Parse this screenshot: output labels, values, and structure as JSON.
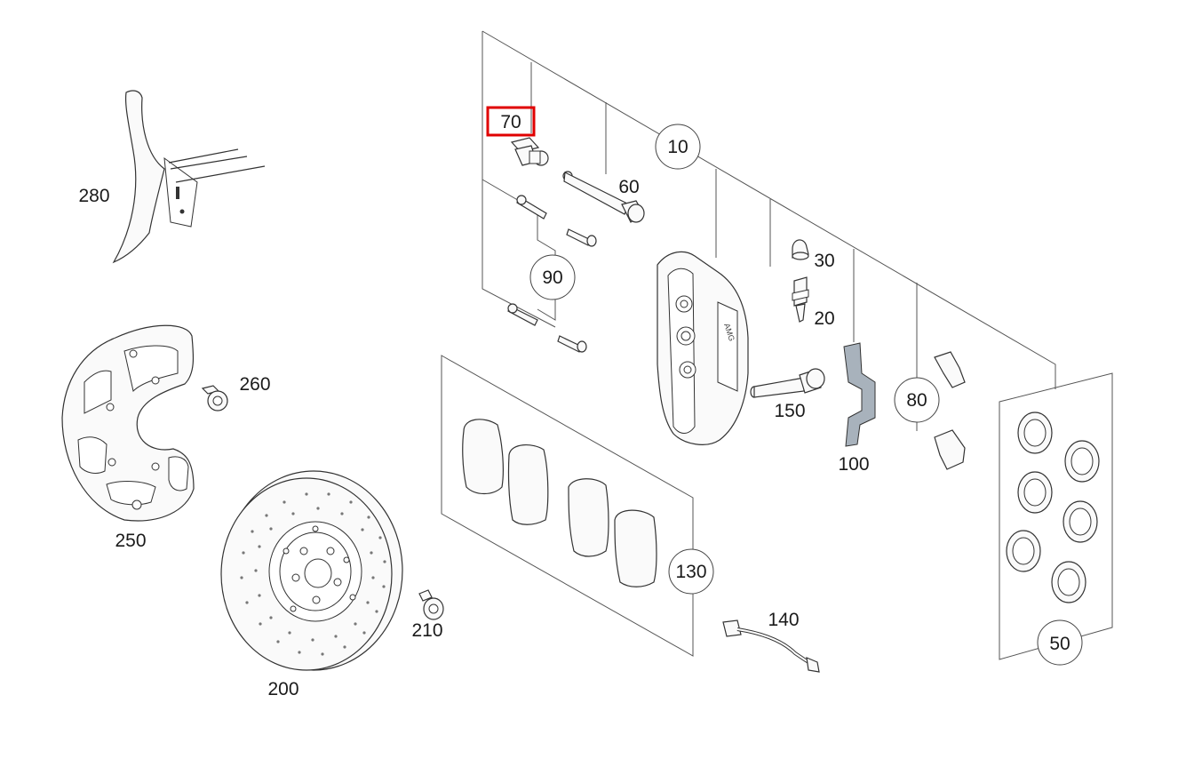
{
  "diagram": {
    "callouts": {
      "p10": "10",
      "p20": "20",
      "p30": "30",
      "p50": "50",
      "p60": "60",
      "p70": "70",
      "p80": "80",
      "p90": "90",
      "p100": "100",
      "p130": "130",
      "p140": "140",
      "p150": "150",
      "p200": "200",
      "p210": "210",
      "p250": "250",
      "p260": "260",
      "p280": "280"
    },
    "highlighted_part": "70",
    "highlight_color": "#e00000"
  }
}
